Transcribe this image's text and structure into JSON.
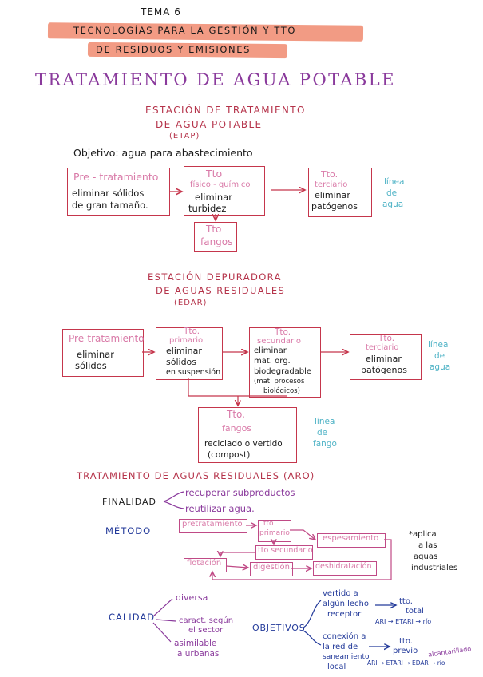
{
  "header": {
    "tema": "TEMA 6",
    "line1": "TECNOLOGÍAS PARA LA GESTIÓN Y TTO",
    "line2": "DE RESIDUOS Y EMISIONES"
  },
  "section1_title": "TRATAMIENTO DE AGUA POTABLE",
  "etap": {
    "title1": "ESTACIÓN DE TRATAMIENTO",
    "title2": "DE AGUA POTABLE",
    "abbr": "(ETAP)",
    "objetivo": "Objetivo: agua para abastecimiento",
    "box1_title": "Pre - tratamiento",
    "box1_l1": "eliminar sólidos",
    "box1_l2": "de gran tamaño.",
    "box2_title": "Tto",
    "box2_sub": "físico - químico",
    "box2_l1": "eliminar",
    "box2_l2": "turbidez",
    "box3_title": "Tto.",
    "box3_sub": "terciario",
    "box3_l1": "eliminar",
    "box3_l2": "patógenos",
    "fangos_l1": "Tto",
    "fangos_l2": "fangos",
    "side1": "línea",
    "side2": "de",
    "side3": "agua"
  },
  "edar": {
    "title1": "ESTACIÓN DEPURADORA",
    "title2": "DE AGUAS RESIDUALES",
    "abbr": "(EDAR)",
    "box1_title": "Pre-tratamiento",
    "box1_l1": "eliminar",
    "box1_l2": "sólidos",
    "box2_title": "Tto.",
    "box2_sub": "primario",
    "box2_l1": "eliminar",
    "box2_l2": "sólidos",
    "box2_l3": "en suspensión",
    "box3_title": "Tto.",
    "box3_sub": "secundario",
    "box3_l1": "eliminar",
    "box3_l2": "mat. org.",
    "box3_l3": "biodegradable",
    "box3_l4": "(mat. procesos",
    "box3_l5": "biológicos)",
    "box4_title": "Tto.",
    "box4_sub": "terciario",
    "box4_l1": "eliminar",
    "box4_l2": "patógenos",
    "side1": "línea",
    "side2": "de",
    "side3": "agua",
    "fangos_title": "Tto.",
    "fangos_sub": "fangos",
    "fangos_l1": "reciclado o vertido",
    "fangos_l2": "(compost)",
    "fangos_side1": "línea",
    "fangos_side2": "de",
    "fangos_side3": "fango"
  },
  "aro": {
    "title": "TRATAMIENTO DE AGUAS RESIDUALES (ARO)",
    "finalidad": "FINALIDAD",
    "fin1": "recuperar subproductos",
    "fin2": "reutilizar agua.",
    "metodo": "MÉTODO",
    "m_pre": "pretratamiento",
    "m_primario_1": "tto",
    "m_primario_2": "primario",
    "m_secundario": "tto secundario",
    "m_espesamiento": "espesamiento",
    "m_flotacion": "flotación",
    "m_digestion": "digestión",
    "m_deshidratacion": "deshidratación",
    "aplica1": "*aplica",
    "aplica2": "a las",
    "aplica3": "aguas",
    "aplica4": "industriales",
    "calidad": "CALIDAD",
    "cal1": "diversa",
    "cal2a": "caract. según",
    "cal2b": "el sector",
    "cal3a": "asimilable",
    "cal3b": "a urbanas",
    "objetivos": "OBJETIVOS",
    "obj1a": "vertido a",
    "obj1b": "algún lecho",
    "obj1c": "receptor",
    "obj1_tto1": "tto.",
    "obj1_tto2": "total",
    "obj1_flow": "ARI → ETARI → río",
    "obj2a": "conexión a",
    "obj2b": "la red de",
    "obj2c": "saneamiento",
    "obj2d": "local",
    "obj2_tto1": "tto.",
    "obj2_tto2": "previo",
    "obj2_note": "alcantarillado",
    "obj2_flow": "ARI → ETARI → EDAR → río"
  }
}
